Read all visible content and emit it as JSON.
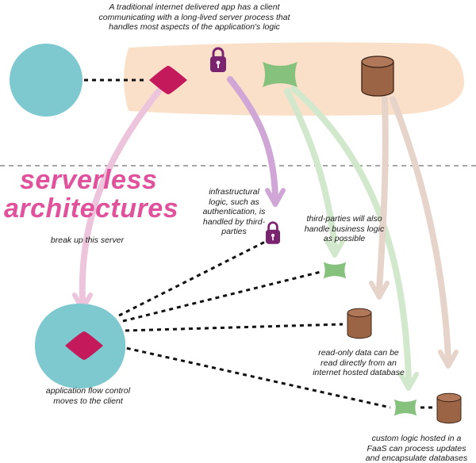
{
  "title": {
    "line1": "serverless",
    "line2": "architectures"
  },
  "annotations": {
    "traditional": "A traditional internet delivered app has a client\ncommunicating with a long-lived server process that\nhandles most aspects of the application's logic",
    "break_up": "break up this server",
    "infrastructural": "infrastructural\nlogic, such as\nauthentication, is\nhandled by third-\nparties",
    "third_parties": "third-parties will also\nhandle business logic\nas possible",
    "read_only": "read-only data can be\nread directly from an\ninternet hosted database",
    "app_flow": "application flow control\nmoves to the client",
    "custom_logic": "custom logic hosted in a\nFaaS can process updates\nand encapsulate databases"
  },
  "colors": {
    "title": "#e0529b",
    "client": "#7ec8cf",
    "server_band": "#fbe0c9",
    "flow_logic": "#c41a5c",
    "auth_lock": "#7a2470",
    "business_logic": "#86c17e",
    "database": "#9b6545",
    "arrow_pink": "#ecc4dc",
    "arrow_purple": "#cfa6d6",
    "arrow_green": "#d2e8cc",
    "arrow_brown": "#e6d4cb",
    "divider": "#888888"
  },
  "icons": {
    "lock": "padlock-icon",
    "diamond": "flow-control-diamond-icon",
    "business": "business-logic-blob-icon",
    "database": "database-cylinder-icon",
    "client": "client-circle-icon"
  }
}
